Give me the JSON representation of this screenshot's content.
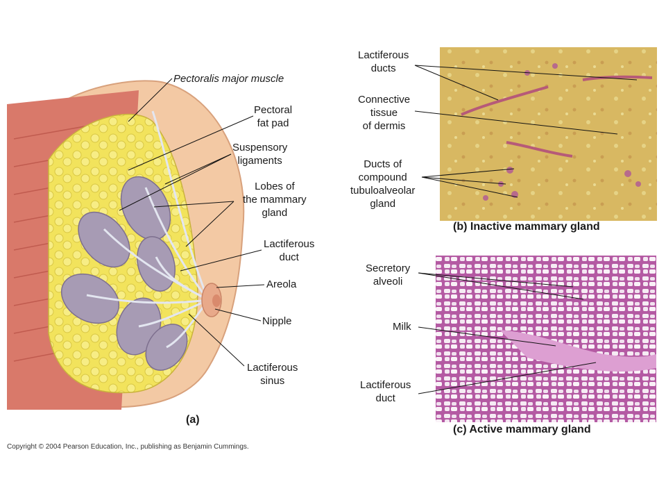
{
  "panel_a": {
    "caption": "(a)",
    "labels": {
      "pectoralis": "Pectoralis major muscle",
      "fat_pad_1": "Pectoral",
      "fat_pad_2": "fat pad",
      "suspensory_1": "Suspensory",
      "suspensory_2": "ligaments",
      "lobes_1": "Lobes of",
      "lobes_2": "the mammary",
      "lobes_3": "gland",
      "duct_1": "Lactiferous",
      "duct_2": "duct",
      "areola": "Areola",
      "nipple": "Nipple",
      "sinus_1": "Lactiferous",
      "sinus_2": "sinus"
    }
  },
  "panel_b": {
    "caption": "(b) Inactive mammary gland",
    "labels": {
      "ducts_1": "Lactiferous",
      "ducts_2": "ducts",
      "conn_1": "Connective",
      "conn_2": "tissue",
      "conn_3": "of dermis",
      "comp_1": "Ducts of",
      "comp_2": "compound",
      "comp_3": "tubuloalveolar",
      "comp_4": "gland"
    }
  },
  "panel_c": {
    "caption": "(c) Active mammary gland",
    "labels": {
      "alv_1": "Secretory",
      "alv_2": "alveoli",
      "milk": "Milk",
      "duct_1": "Lactiferous",
      "duct_2": "duct"
    }
  },
  "copyright": "Copyright © 2004 Pearson Education, Inc., publishing as Benjamin Cummings.",
  "colors": {
    "skin": "#f3c9a4",
    "muscle": "#d9796a",
    "fat": "#f4ea63",
    "lobe": "#a79bb4",
    "duct": "#dfe3ee",
    "micrograph_b": "#d9b865",
    "micrograph_c": "#b85fa8"
  }
}
